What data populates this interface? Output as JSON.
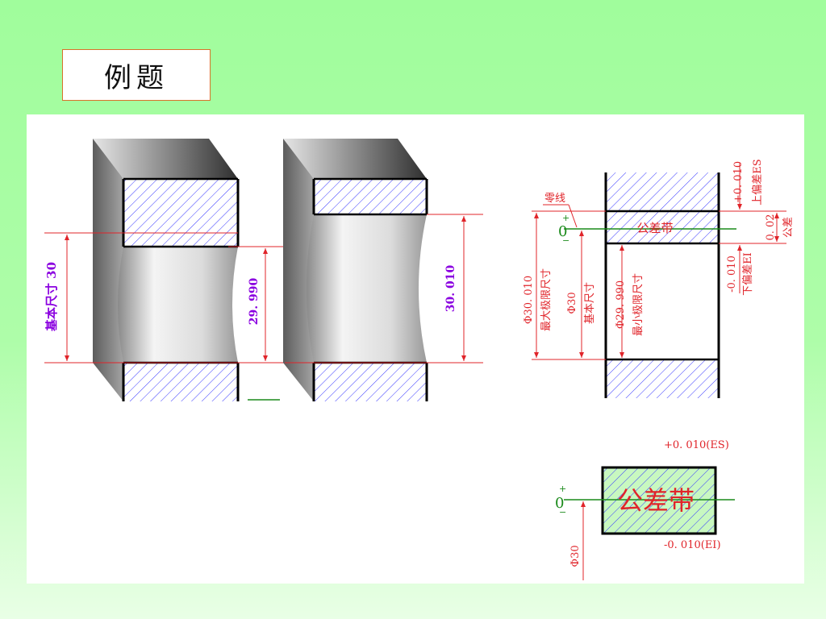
{
  "title": "例题",
  "fig1": {
    "dim_label": "基本尺寸 30",
    "dim_value": "29. 990"
  },
  "fig2": {
    "dim_value": "30. 010"
  },
  "diagram": {
    "zero_line_label": "零线",
    "plus_sign": "+",
    "minus_sign": "−",
    "zero": "0",
    "tolerance_zone": "公差带",
    "upper_dev_value": "+0. 010",
    "upper_dev_label": "上偏差ES",
    "tolerance_value": "0. 02",
    "tolerance_label": "公差",
    "lower_dev_value": "-0. 010",
    "lower_dev_label": "下偏差EI",
    "max_size_value": "Φ30. 010",
    "max_size_label": "最大极限尺寸",
    "basic_size_value": "Φ30",
    "basic_size_label": "基本尺寸",
    "min_size_value": "Φ29. 990",
    "min_size_label": "最小极限尺寸"
  },
  "zone": {
    "es_label": "+0. 010(ES)",
    "ei_label": "-0. 010(EI)",
    "zone_text": "公差带",
    "plus_sign": "+",
    "minus_sign": "−",
    "zero": "0",
    "basic_size_value": "Φ30"
  },
  "colors": {
    "dimension": "#e0242a",
    "purple_text": "#8a00e0",
    "hatch": "#3a3aff",
    "zero_line": "#1a8a1a",
    "zone_fill": "#c8f8c0"
  }
}
